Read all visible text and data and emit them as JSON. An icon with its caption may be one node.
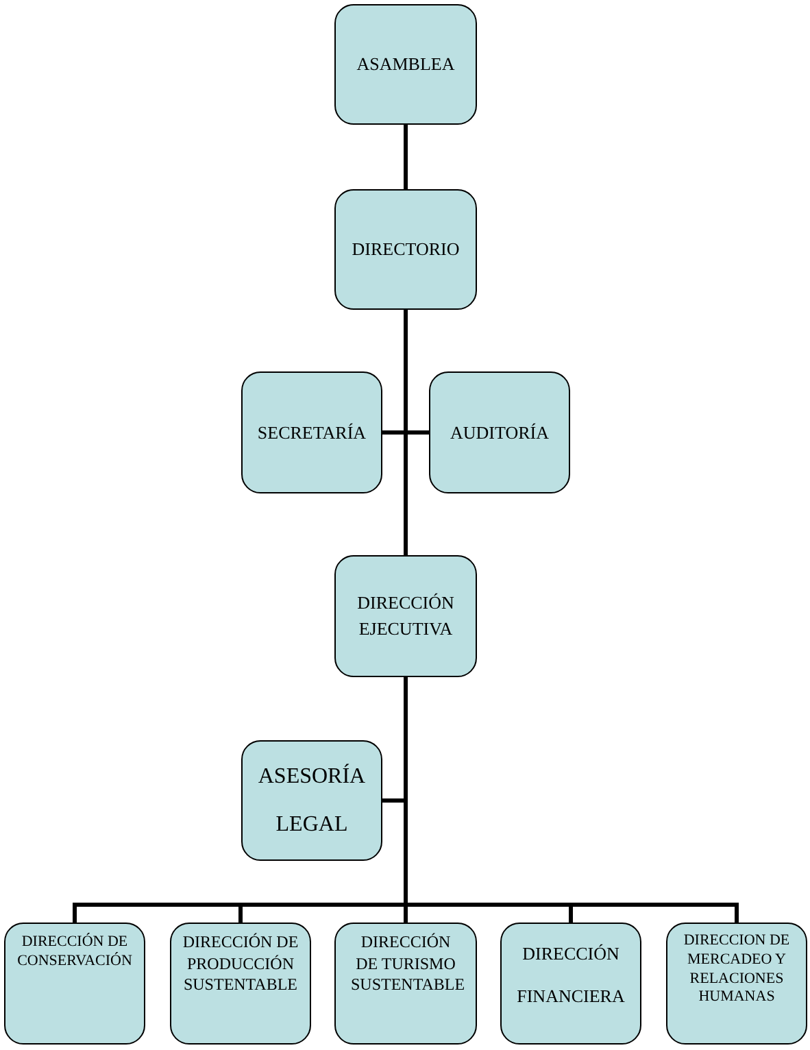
{
  "diagram": {
    "nodes": [
      {
        "text": [
          "ASAMBLEA"
        ]
      },
      {
        "text": [
          "DIRECTORIO"
        ]
      },
      {
        "text": [
          "SECRETARÍA"
        ]
      },
      {
        "text": [
          "AUDITORÍA"
        ]
      },
      {
        "text": [
          "DIRECCIÓN EJECUTIVA"
        ]
      },
      {
        "text": [
          "ASESORÍA LEGAL"
        ]
      },
      {
        "text": [
          "DIRECCIÓN DE CONSERVACIÓN"
        ]
      },
      {
        "text": [
          "DIRECCIÓN DE PRODUCCIÓN SUSTENTABLE"
        ]
      },
      {
        "text": [
          "DIRECCIÓN DE TURISMO SUSTENTABLE"
        ]
      },
      {
        "text": [
          "DIRECCIÓN FINANCIERA"
        ]
      },
      {
        "text": [
          "DIRECCION DE MERCADEO Y RELACIONES HUMANAS"
        ]
      }
    ],
    "edges": [
      {
        "from": 0,
        "to": 1,
        "arrow": "none"
      },
      {
        "from": 1,
        "to": 2,
        "arrow": "none"
      },
      {
        "from": 1,
        "to": 3,
        "arrow": "none"
      },
      {
        "from": 1,
        "to": 4,
        "arrow": "none"
      },
      {
        "from": 4,
        "to": 5,
        "arrow": "none"
      },
      {
        "from": 4,
        "to": 6,
        "arrow": "none"
      },
      {
        "from": 4,
        "to": 7,
        "arrow": "none"
      },
      {
        "from": 4,
        "to": 8,
        "arrow": "none"
      },
      {
        "from": 4,
        "to": 9,
        "arrow": "none"
      },
      {
        "from": 4,
        "to": 10,
        "arrow": "none"
      }
    ]
  }
}
